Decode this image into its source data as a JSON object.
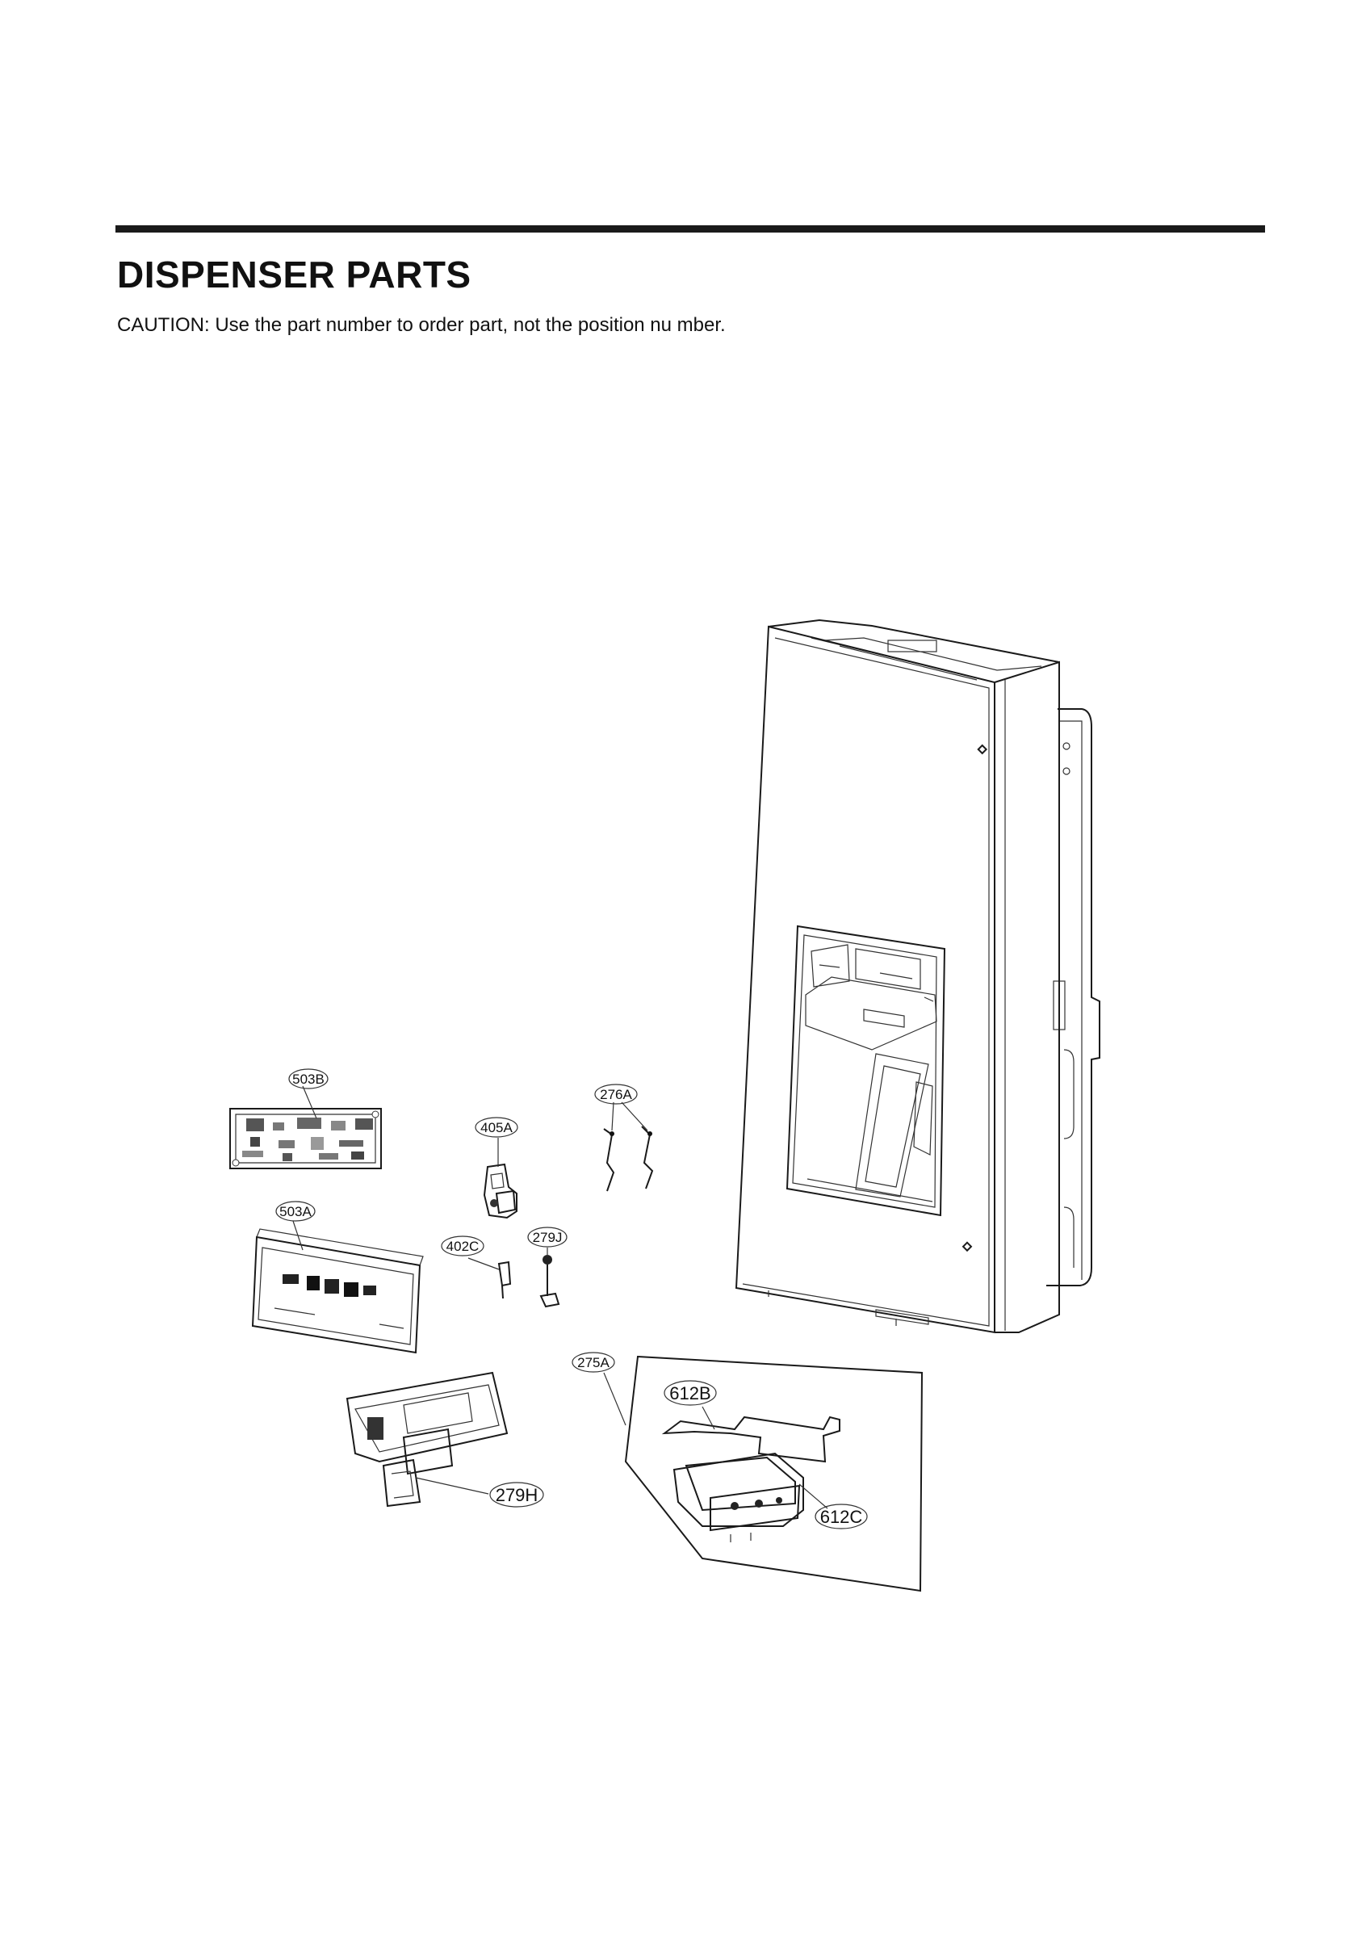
{
  "header": {
    "title": "DISPENSER PARTS",
    "caution": "CAUTION: Use the part number to order part, not the position nu  mber."
  },
  "callouts": {
    "c503B": "503B",
    "c276A": "276A",
    "c405A": "405A",
    "c503A": "503A",
    "c279J": "279J",
    "c402C": "402C",
    "c275A": "275A",
    "c612B": "612B",
    "c612C": "612C",
    "c279H": "279H"
  }
}
